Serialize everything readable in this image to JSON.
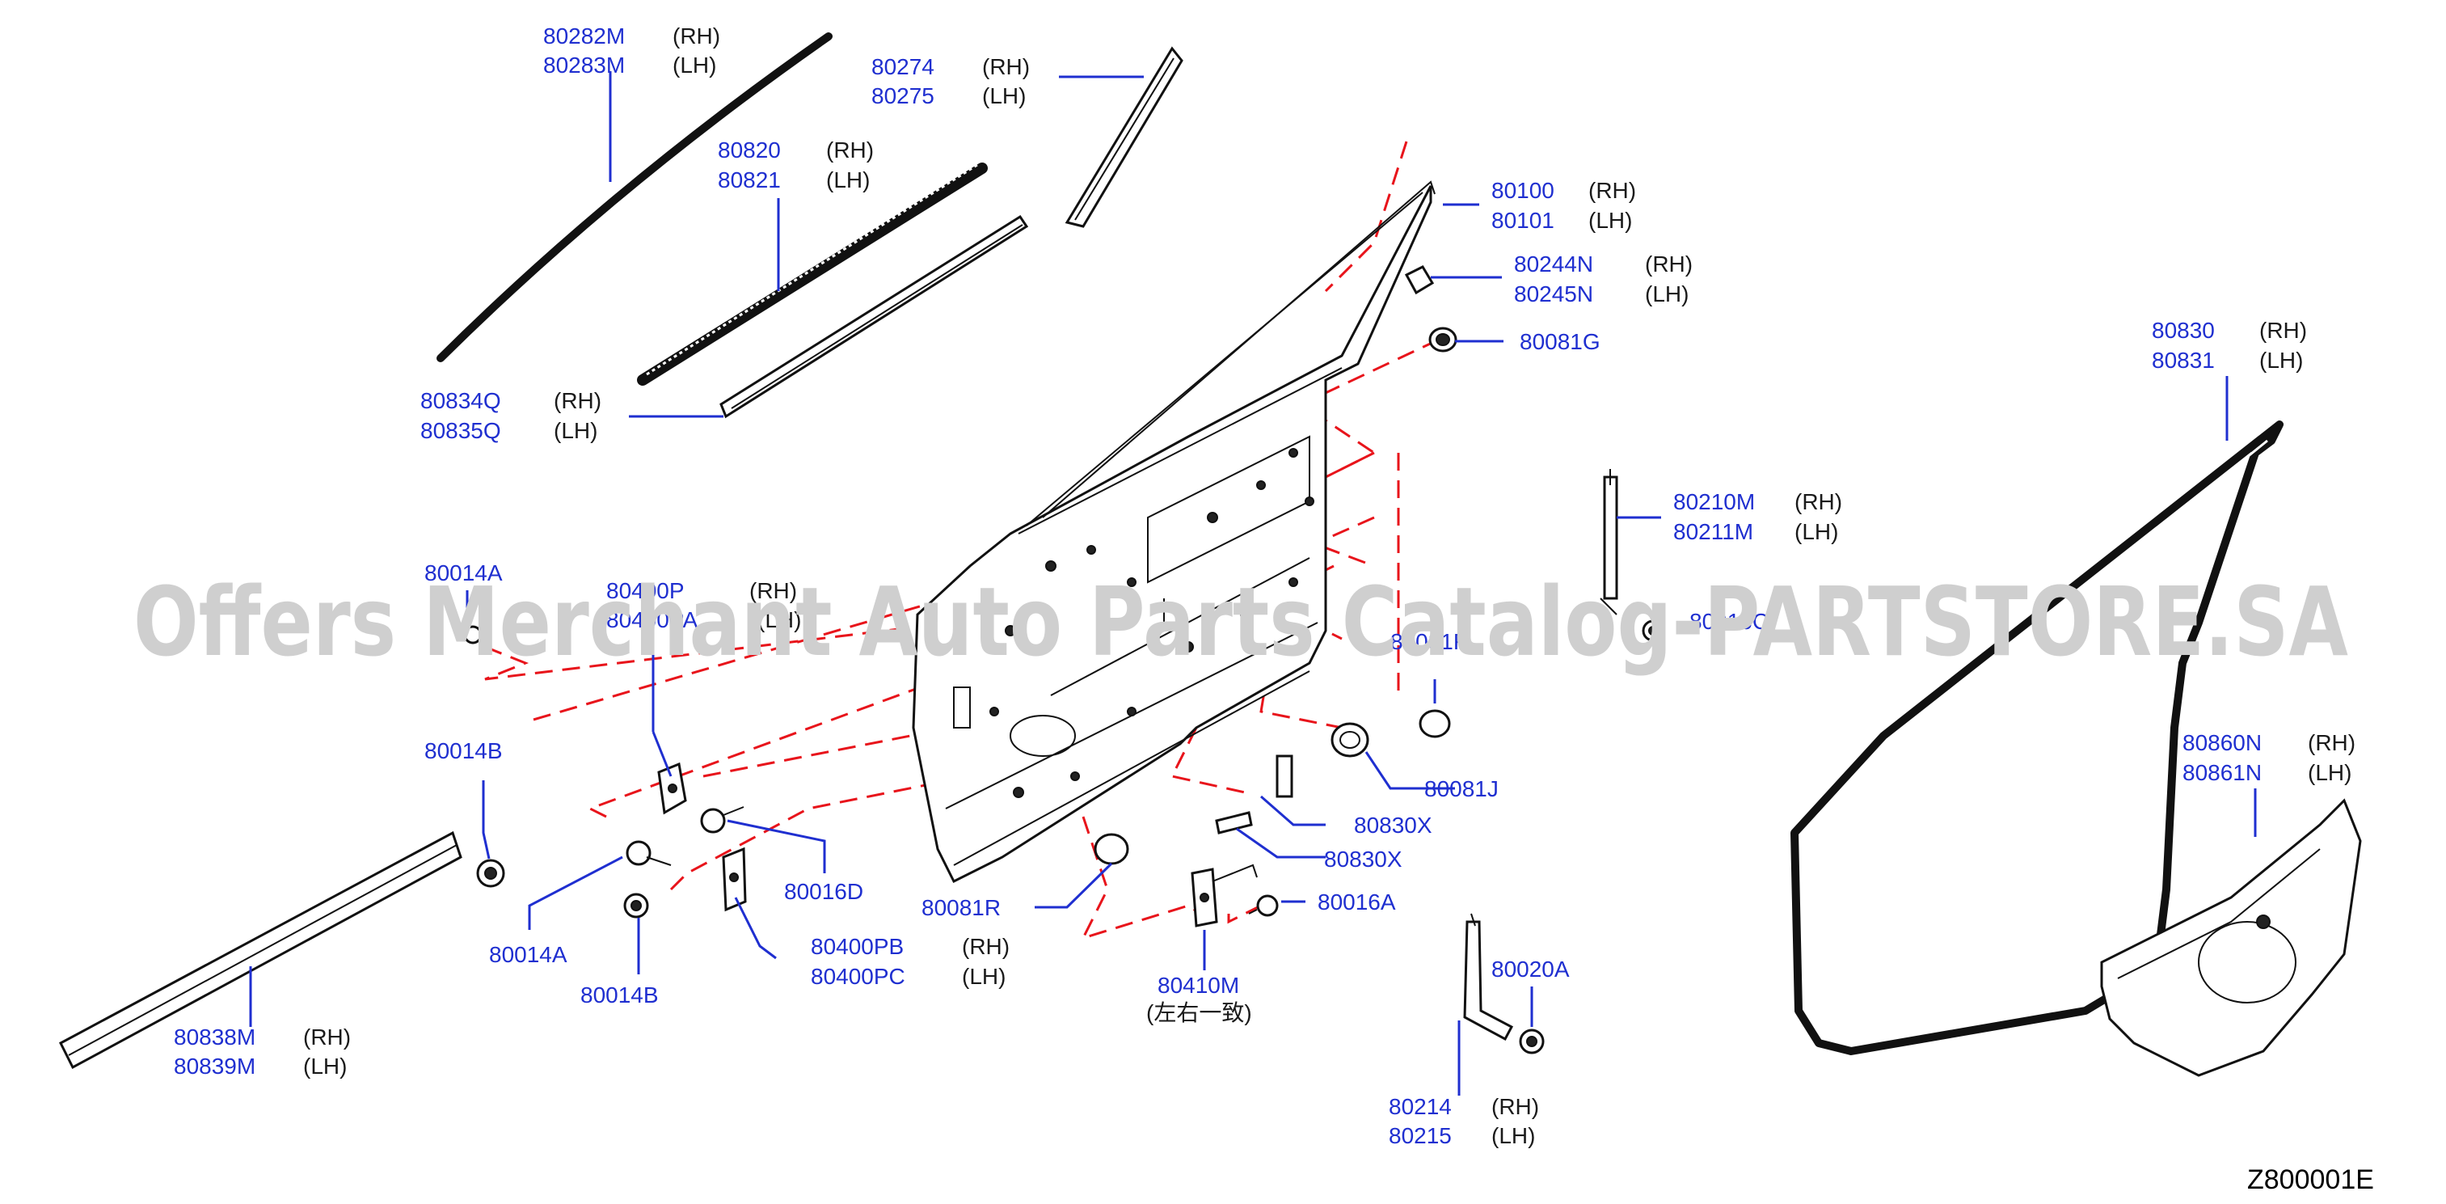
{
  "labels": {
    "80282M": {
      "pn": "80282M",
      "side": "(RH)"
    },
    "80283M": {
      "pn": "80283M",
      "side": "(LH)"
    },
    "80274": {
      "pn": "80274",
      "side": "(RH)"
    },
    "80275": {
      "pn": "80275",
      "side": "(LH)"
    },
    "80820": {
      "pn": "80820",
      "side": "(RH)"
    },
    "80821": {
      "pn": "80821",
      "side": "(LH)"
    },
    "80100": {
      "pn": "80100",
      "side": "(RH)"
    },
    "80101": {
      "pn": "80101",
      "side": "(LH)"
    },
    "80244N": {
      "pn": "80244N",
      "side": "(RH)"
    },
    "80245N": {
      "pn": "80245N",
      "side": "(LH)"
    },
    "80081G": {
      "pn": "80081G"
    },
    "80834Q": {
      "pn": "80834Q",
      "side": "(RH)"
    },
    "80835Q": {
      "pn": "80835Q",
      "side": "(LH)"
    },
    "80830": {
      "pn": "80830",
      "side": "(RH)"
    },
    "80831": {
      "pn": "80831",
      "side": "(LH)"
    },
    "80210M": {
      "pn": "80210M",
      "side": "(RH)"
    },
    "80211M": {
      "pn": "80211M",
      "side": "(LH)"
    },
    "80014A_top": {
      "pn": "80014A"
    },
    "80400P": {
      "pn": "80400P",
      "side": "(RH)"
    },
    "80400PA": {
      "pn": "80400PA",
      "side": "(LH)"
    },
    "80081F": {
      "pn": "80081F"
    },
    "80016C": {
      "pn": "80016C"
    },
    "80014B_top": {
      "pn": "80014B"
    },
    "80081J": {
      "pn": "80081J"
    },
    "80860N": {
      "pn": "80860N",
      "side": "(RH)"
    },
    "80861N": {
      "pn": "80861N",
      "side": "(LH)"
    },
    "80830X_a": {
      "pn": "80830X"
    },
    "80830X_b": {
      "pn": "80830X"
    },
    "80016D": {
      "pn": "80016D"
    },
    "80016A": {
      "pn": "80016A"
    },
    "80081R": {
      "pn": "80081R"
    },
    "80014A_bot": {
      "pn": "80014A"
    },
    "80400PB": {
      "pn": "80400PB",
      "side": "(RH)"
    },
    "80400PC": {
      "pn": "80400PC",
      "side": "(LH)"
    },
    "80014B_bot": {
      "pn": "80014B"
    },
    "80410M": {
      "pn": "80410M",
      "note": "(左右一致)"
    },
    "80020A": {
      "pn": "80020A"
    },
    "80838M": {
      "pn": "80838M",
      "side": "(RH)"
    },
    "80839M": {
      "pn": "80839M",
      "side": "(LH)"
    },
    "80214": {
      "pn": "80214",
      "side": "(RH)"
    },
    "80215": {
      "pn": "80215",
      "side": "(LH)"
    }
  },
  "watermark": "Offers Merchant Auto Parts Catalog-PARTSTORE.SA",
  "figure_code": "Z800001E",
  "colors": {
    "part_number": "#1f2fd0",
    "leader_line": "#1f2fd0",
    "assembly_dash": "#e8141b",
    "watermark": "#cfcfcf"
  }
}
